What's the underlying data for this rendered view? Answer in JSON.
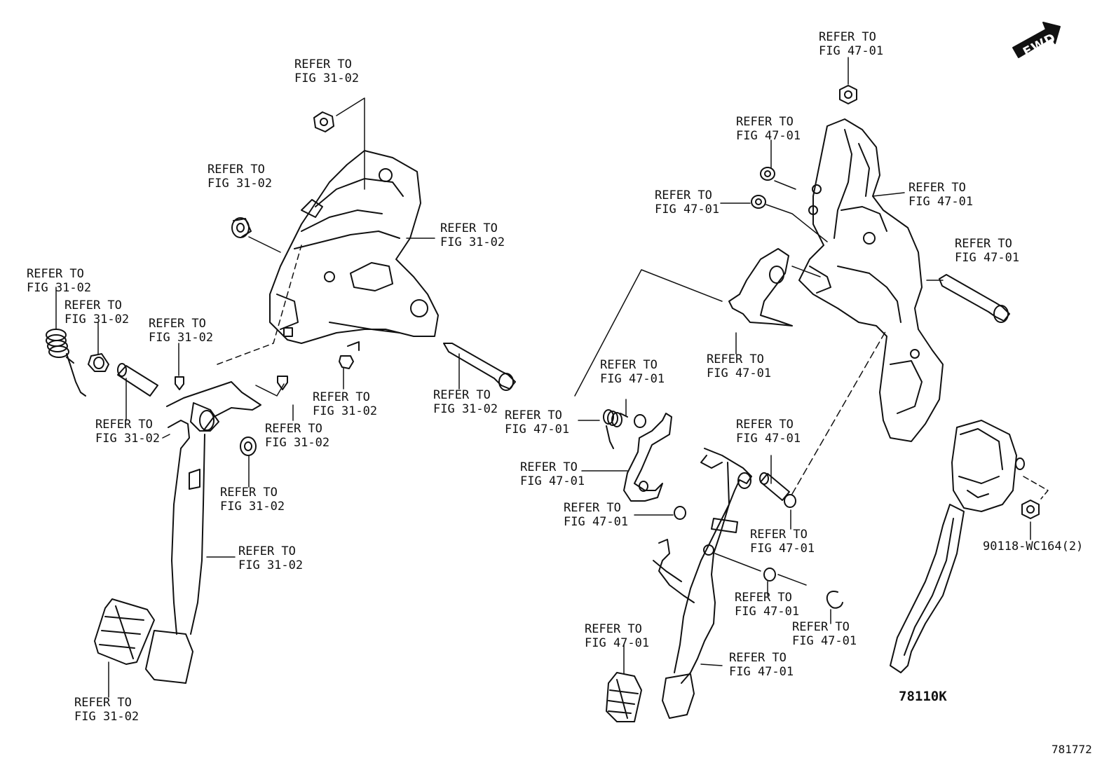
{
  "refer_left": {
    "line1": "REFER TO",
    "line2": "FIG 31-02"
  },
  "refer_right": {
    "line1": "REFER TO",
    "line2": "FIG 47-01"
  },
  "part_nut": "90118-WC164(2)",
  "part_pedal": "78110K",
  "figure_number": "781772",
  "fwd_label": "FWD",
  "colors": {
    "ink": "#111111",
    "background": "#ffffff"
  }
}
